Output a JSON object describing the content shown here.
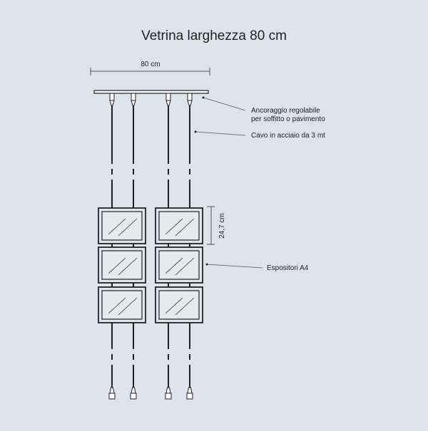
{
  "title": "Vetrina larghezza 80 cm",
  "labels": {
    "width": "80 cm",
    "height": "24,7 cm",
    "anchor_line1": "Ancoraggio regolabile",
    "anchor_line2": "per soffitto o pavimento",
    "cable": "Cavo in acciaio da 3 mt",
    "displays": "Espositori A4"
  },
  "colors": {
    "background": "#dde4eb",
    "line": "#222222",
    "frame_inner": "#dfe6ed"
  }
}
